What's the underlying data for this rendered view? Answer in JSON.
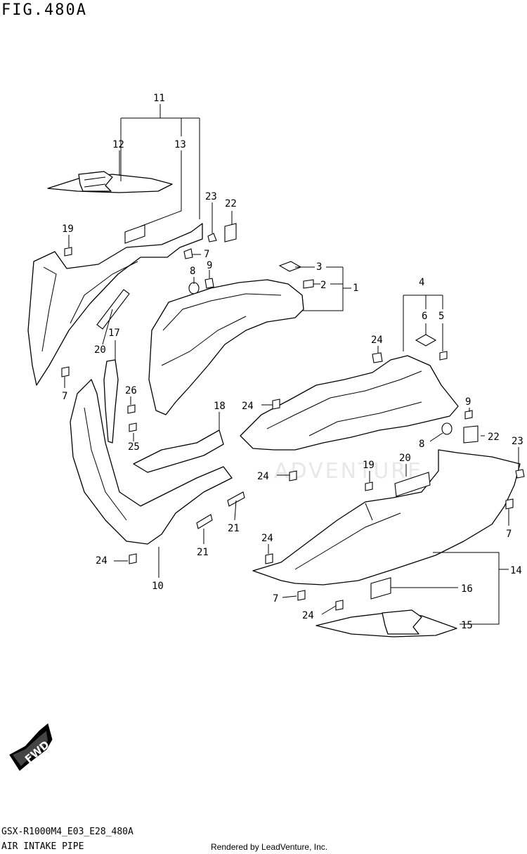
{
  "figure": {
    "title": "FIG.480A",
    "code": "GSX-R1000M4_E03_E28_480A",
    "name": "AIR INTAKE PIPE",
    "credit": "Rendered by LeadVenture, Inc.",
    "watermark": "ADVENTURE",
    "fwd_label": "FWD"
  },
  "callouts": [
    {
      "id": "c11a",
      "label": "11"
    },
    {
      "id": "c12",
      "label": "12"
    },
    {
      "id": "c13",
      "label": "13"
    },
    {
      "id": "c19a",
      "label": "19"
    },
    {
      "id": "c23a",
      "label": "23"
    },
    {
      "id": "c22a",
      "label": "22"
    },
    {
      "id": "c7a",
      "label": "7"
    },
    {
      "id": "c8a",
      "label": "8"
    },
    {
      "id": "c9a",
      "label": "9"
    },
    {
      "id": "c3",
      "label": "3"
    },
    {
      "id": "c2",
      "label": "2"
    },
    {
      "id": "c1",
      "label": "1"
    },
    {
      "id": "c4",
      "label": "4"
    },
    {
      "id": "c6",
      "label": "6"
    },
    {
      "id": "c5",
      "label": "5"
    },
    {
      "id": "c20a",
      "label": "20"
    },
    {
      "id": "c17",
      "label": "17"
    },
    {
      "id": "c7b",
      "label": "7"
    },
    {
      "id": "c26",
      "label": "26"
    },
    {
      "id": "c25",
      "label": "25"
    },
    {
      "id": "c24a",
      "label": "24"
    },
    {
      "id": "c18",
      "label": "18"
    },
    {
      "id": "c24b",
      "label": "24"
    },
    {
      "id": "c24c",
      "label": "24"
    },
    {
      "id": "c9b",
      "label": "9"
    },
    {
      "id": "c8b",
      "label": "8"
    },
    {
      "id": "c22b",
      "label": "22"
    },
    {
      "id": "c23b",
      "label": "23"
    },
    {
      "id": "c19b",
      "label": "19"
    },
    {
      "id": "c20b",
      "label": "20"
    },
    {
      "id": "c7c",
      "label": "7"
    },
    {
      "id": "c21a",
      "label": "21"
    },
    {
      "id": "c21b",
      "label": "21"
    },
    {
      "id": "c24d",
      "label": "24"
    },
    {
      "id": "c24e",
      "label": "24"
    },
    {
      "id": "c10",
      "label": "10"
    },
    {
      "id": "c14",
      "label": "14"
    },
    {
      "id": "c16",
      "label": "16"
    },
    {
      "id": "c7d",
      "label": "7"
    },
    {
      "id": "c24f",
      "label": "24"
    },
    {
      "id": "c15",
      "label": "15"
    }
  ]
}
